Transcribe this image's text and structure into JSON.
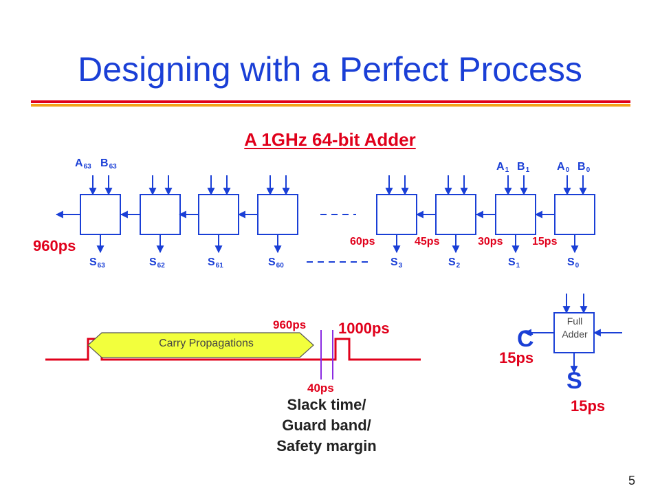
{
  "slide": {
    "title": "Designing with a Perfect Process",
    "subtitle": "A 1GHz 64-bit Adder",
    "page_number": "5"
  },
  "adder_chain": {
    "cells": [
      {
        "sum": "S",
        "index": "63"
      },
      {
        "sum": "S",
        "index": "62"
      },
      {
        "sum": "S",
        "index": "61"
      },
      {
        "sum": "S",
        "index": "60"
      },
      {
        "sum": "S",
        "index": "3"
      },
      {
        "sum": "S",
        "index": "2"
      },
      {
        "sum": "S",
        "index": "1"
      },
      {
        "sum": "S",
        "index": "0"
      }
    ],
    "input_labels": {
      "a63": {
        "base": "A",
        "index": "63"
      },
      "b63": {
        "base": "B",
        "index": "63"
      },
      "a1": {
        "base": "A",
        "index": "1"
      },
      "b1": {
        "base": "B",
        "index": "1"
      },
      "a0": {
        "base": "A",
        "index": "0"
      },
      "b0": {
        "base": "B",
        "index": "0"
      }
    },
    "carry_delays": [
      "60ps",
      "45ps",
      "30ps",
      "15ps"
    ],
    "final_delay": "960ps"
  },
  "timing": {
    "carry_label": "Carry Propagations",
    "delay_960": "960ps",
    "period": "1000ps",
    "slack": "40ps",
    "slack_text": [
      "Slack time/",
      "Guard band/",
      "Safety margin"
    ]
  },
  "full_adder": {
    "text": [
      "Full",
      "Adder"
    ],
    "carry_signal": "C",
    "sum_signal": "S",
    "carry_delay": "15ps",
    "sum_delay": "15ps"
  },
  "colors": {
    "title_blue": "#1a3fd6",
    "accent_red": "#e0001b",
    "rule_orange": "#f2a31b",
    "carry_fill": "#f2ff3d",
    "marker_purple": "#8a2be2"
  }
}
